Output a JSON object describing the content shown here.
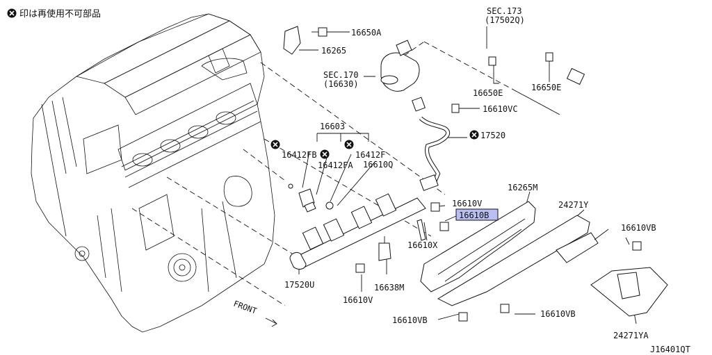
{
  "legend": {
    "text": "印は再使用不可部品",
    "mark": "circle-x-icon"
  },
  "diagram_code": "J16401QT",
  "direction_label": "FRONT",
  "highlight_color": "#b9bff2",
  "labels": {
    "p16650A": "16650A",
    "p16265": "16265",
    "sec173_a": "SEC.173",
    "sec173_b": "(17502Q)",
    "sec170_a": "SEC.170",
    "sec170_b": "(16630)",
    "p16650E_1": "16650E",
    "p16650E_2": "16650E",
    "p16610VC": "16610VC",
    "p17520": "17520",
    "p16603": "16603",
    "p16412FB": "16412FB",
    "p16412F": "16412F",
    "p16412FA": "16412FA",
    "p16610Q": "16610Q",
    "p16265M": "16265M",
    "p24271Y": "24271Y",
    "p16610V_1": "16610V",
    "p16610B": "16610B",
    "p16610VB_1": "16610VB",
    "p16610X": "16610X",
    "p17520U": "17520U",
    "p16638M": "16638M",
    "p16610V_2": "16610V",
    "p16610VB_2": "16610VB",
    "p16610VB_3": "16610VB",
    "p24271YA": "24271YA"
  }
}
